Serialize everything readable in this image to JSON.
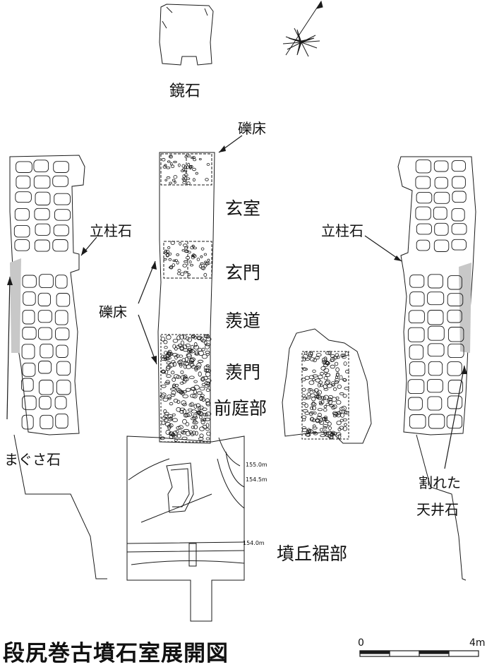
{
  "title": "段尻巻古墳石室展開図",
  "labels": {
    "kagami_ishi": "鏡石",
    "reki_yuka_top": "礫床",
    "genshitsu": "玄室",
    "ritchuseki_left": "立柱石",
    "ritchuseki_right": "立柱石",
    "genmon": "玄門",
    "reki_yuka_mid": "礫床",
    "sendo": "羨道",
    "senmon": "羨門",
    "zenteibu": "前庭部",
    "magusa_ishi": "まぐさ石",
    "wareta_line1": "割れた",
    "wareta_line2": "天井石",
    "funkyu_susobu": "墳丘裾部"
  },
  "contours": [
    "155.0m",
    "154.5m",
    "154.0m"
  ],
  "scale": {
    "start": "0",
    "end": "4m"
  },
  "colors": {
    "line": "#1a1a1a",
    "gray_fill": "#c8c8c8"
  }
}
